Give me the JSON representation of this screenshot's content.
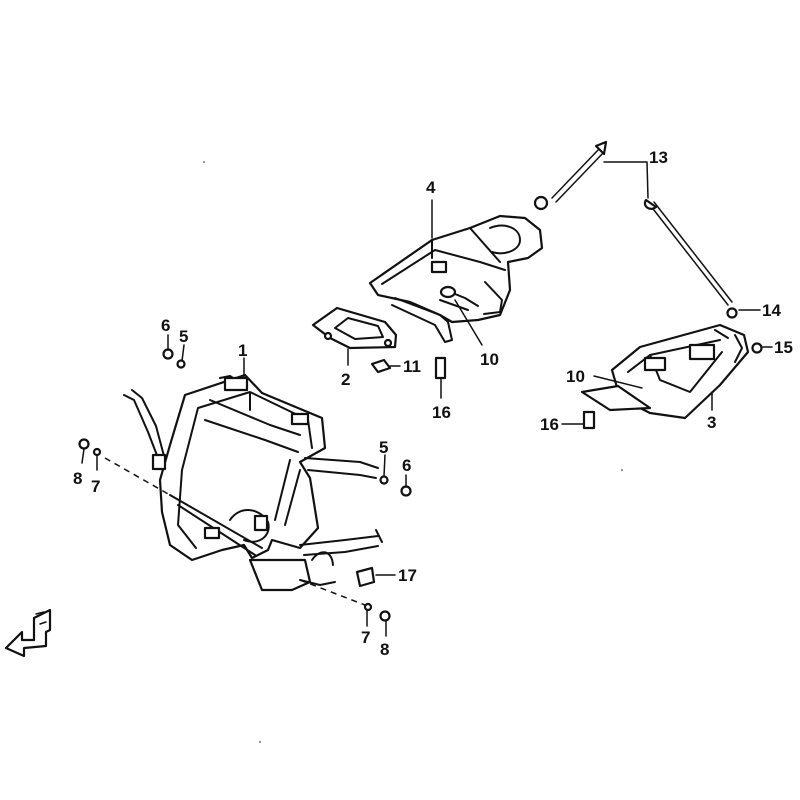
{
  "callouts": {
    "c1": "1",
    "c2": "2",
    "c3": "3",
    "c4": "4",
    "c5a": "5",
    "c5b": "5",
    "c6a": "6",
    "c6b": "6",
    "c7a": "7",
    "c7b": "7",
    "c8a": "8",
    "c8b": "8",
    "c10a": "10",
    "c10b": "10",
    "c11": "11",
    "c13": "13",
    "c14": "14",
    "c15": "15",
    "c16a": "16",
    "c16b": "16",
    "c17": "17"
  },
  "colors": {
    "ink": "#111111",
    "paper": "#ffffff"
  },
  "icons": {
    "direction_arrow": "forward-arrow-icon"
  }
}
